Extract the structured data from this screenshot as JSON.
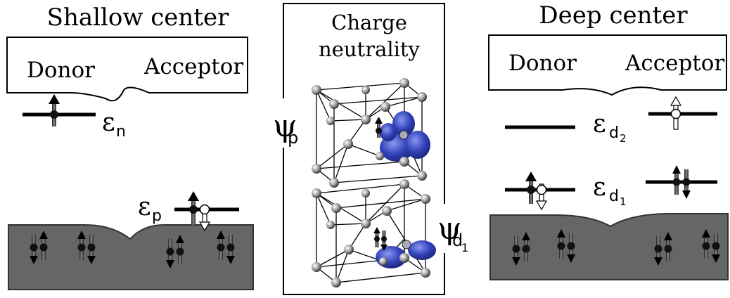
{
  "shallow": {
    "title": "Shallow center",
    "donor": "Donor",
    "acceptor": "Acceptor",
    "eps_n": {
      "sym": "ε",
      "sub": "n"
    },
    "eps_p": {
      "sym": "ε",
      "sub": "p"
    }
  },
  "middle": {
    "title_line1": "Charge",
    "title_line2": "neutrality",
    "psi_p": {
      "sym": "ψ",
      "sub": "p"
    },
    "psi_d1": {
      "sym": "ψ",
      "sub": "d",
      "subsub": "1"
    }
  },
  "deep": {
    "title": "Deep center",
    "donor": "Donor",
    "acceptor": "Acceptor",
    "eps_d2": {
      "sym": "ε",
      "sub": "d",
      "subsub": "2"
    },
    "eps_d1": {
      "sym": "ε",
      "sub": "d",
      "subsub": "1"
    }
  },
  "colors": {
    "band_fill": "#666666",
    "orbital_blue": "#3344bb",
    "line": "#000000",
    "atom": "#999999"
  }
}
